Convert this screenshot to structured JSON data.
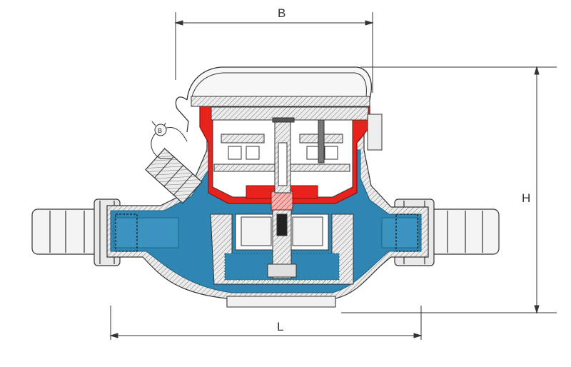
{
  "dimensions": {
    "width_label": "B",
    "height_label": "H",
    "length_label": "L"
  },
  "colors": {
    "water": "#2f86b2",
    "water_light": "#5aa6c9",
    "red": "#e8231e",
    "outline": "#333333",
    "hatch_fill": "#e6e6e6",
    "light_grey": "#f2f2f2"
  }
}
